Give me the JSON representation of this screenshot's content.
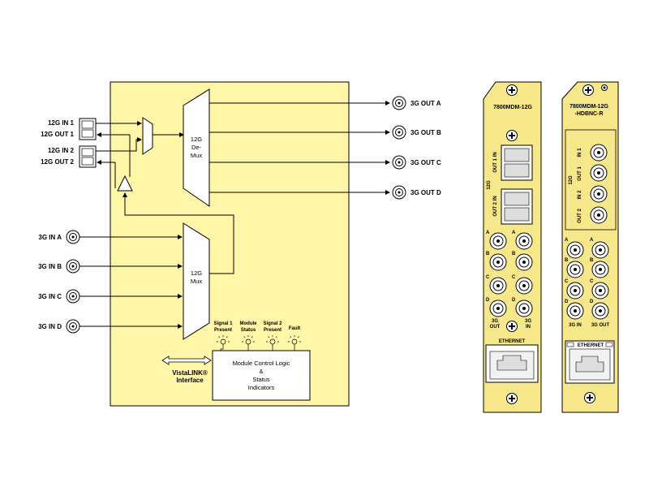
{
  "block": {
    "fiber_ports": [
      "12G IN 1",
      "12G OUT 1",
      "12G IN 2",
      "12G OUT 2"
    ],
    "demux_label": [
      "12G",
      "De-",
      "Mux"
    ],
    "mux_label": [
      "12G",
      "Mux"
    ],
    "outputs": [
      "3G OUT A",
      "3G OUT B",
      "3G OUT C",
      "3G OUT D"
    ],
    "inputs": [
      "3G IN A",
      "3G IN B",
      "3G IN C",
      "3G IN D"
    ],
    "indicators": [
      [
        "Signal 1",
        "Present"
      ],
      [
        "Module",
        "Status"
      ],
      [
        "Signal 2",
        "Present"
      ],
      [
        "Fault"
      ]
    ],
    "control_box": [
      "Module Control Logic",
      "&",
      "Status",
      "Indicators"
    ],
    "vistalink": [
      "VistaLINK®",
      "Interface"
    ]
  },
  "panel1": {
    "title": "7800MDM-12G",
    "sfp_labels": [
      "12G",
      "OUT 1 IN",
      "OUT 2 IN"
    ],
    "letters": [
      "A",
      "A",
      "B",
      "B",
      "C",
      "C",
      "D",
      "D"
    ],
    "bottom_labels": [
      "3G",
      "OUT",
      "3G",
      "IN"
    ],
    "ethernet": "ETHERNET"
  },
  "panel2": {
    "title": [
      "7800MDM-12G",
      "-HDBNC-R"
    ],
    "side_labels": [
      "12G",
      "IN 1",
      "OUT 1",
      "IN 2",
      "OUT 2"
    ],
    "letters": [
      "A",
      "A",
      "B",
      "B",
      "C",
      "C",
      "D",
      "D"
    ],
    "bottom_labels": [
      "3G IN",
      "3G OUT"
    ],
    "ethernet": "ETHERNET"
  },
  "colors": {
    "block_fill": "#fff6a8",
    "panel_fill": "#f6e78a",
    "line": "#000000"
  }
}
